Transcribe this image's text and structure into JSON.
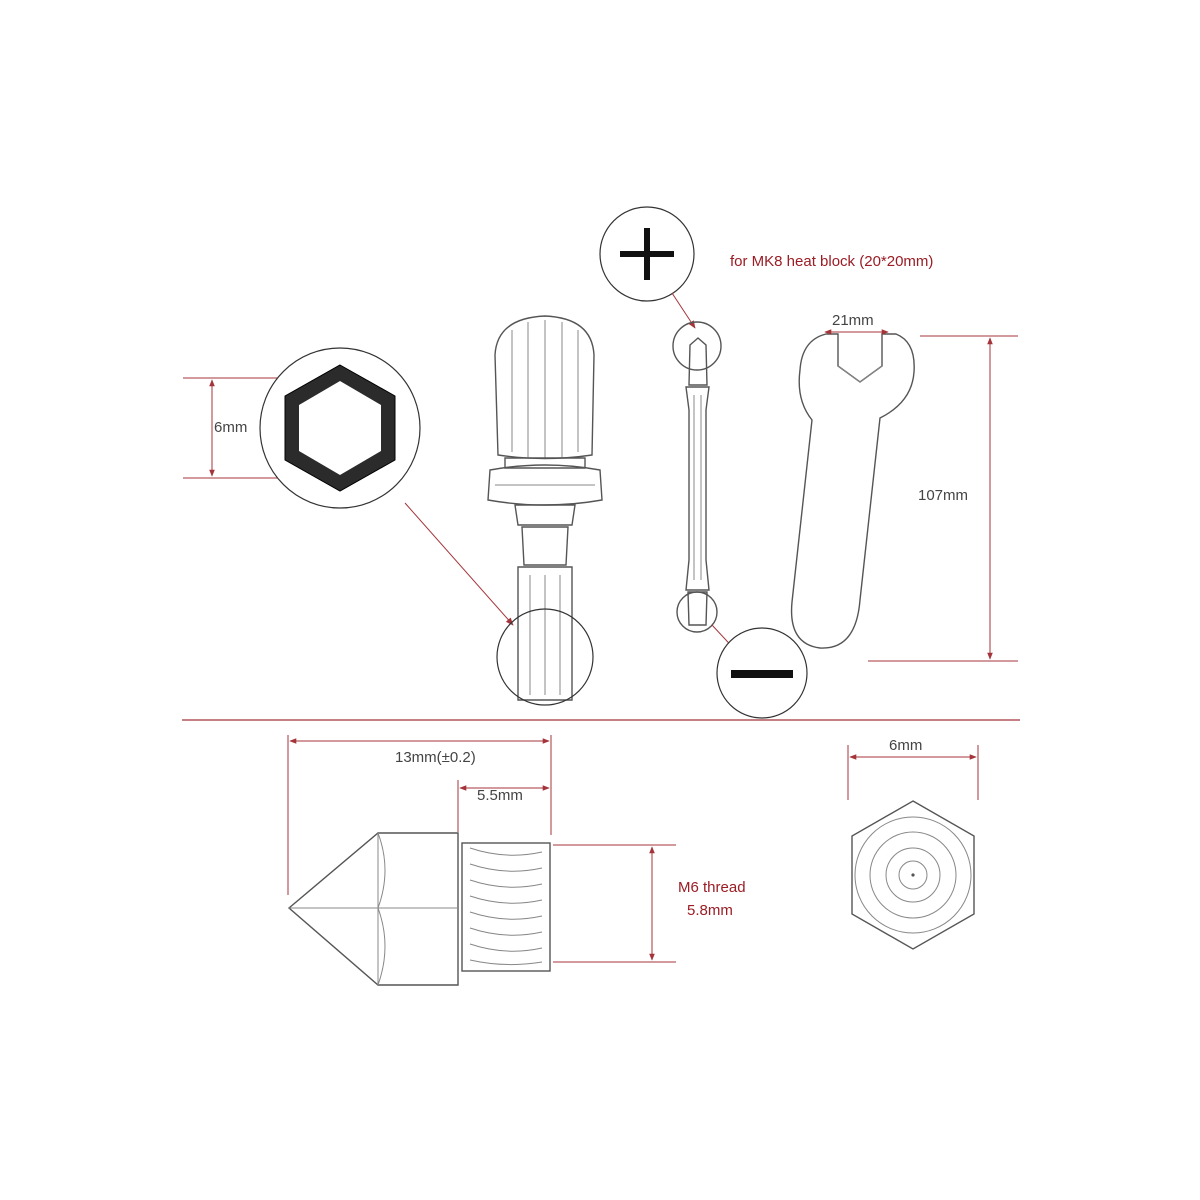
{
  "labels": {
    "heat_block": "for MK8 heat block (20*20mm)",
    "hex_size": "6mm",
    "wrench_jaw": "21mm",
    "wrench_length": "107mm",
    "nozzle_length": "13mm(±0.2)",
    "thread_length": "5.5mm",
    "thread_name": "M6 thread",
    "thread_diameter": "5.8mm",
    "nozzle_hex": "6mm"
  },
  "colors": {
    "dimension": "#a4343a",
    "outline": "#555555",
    "divider": "#a4343a"
  },
  "icons": {
    "phillips_tip": "plus-icon",
    "flat_tip": "minus-icon",
    "hex_socket": "hexagon-icon"
  }
}
